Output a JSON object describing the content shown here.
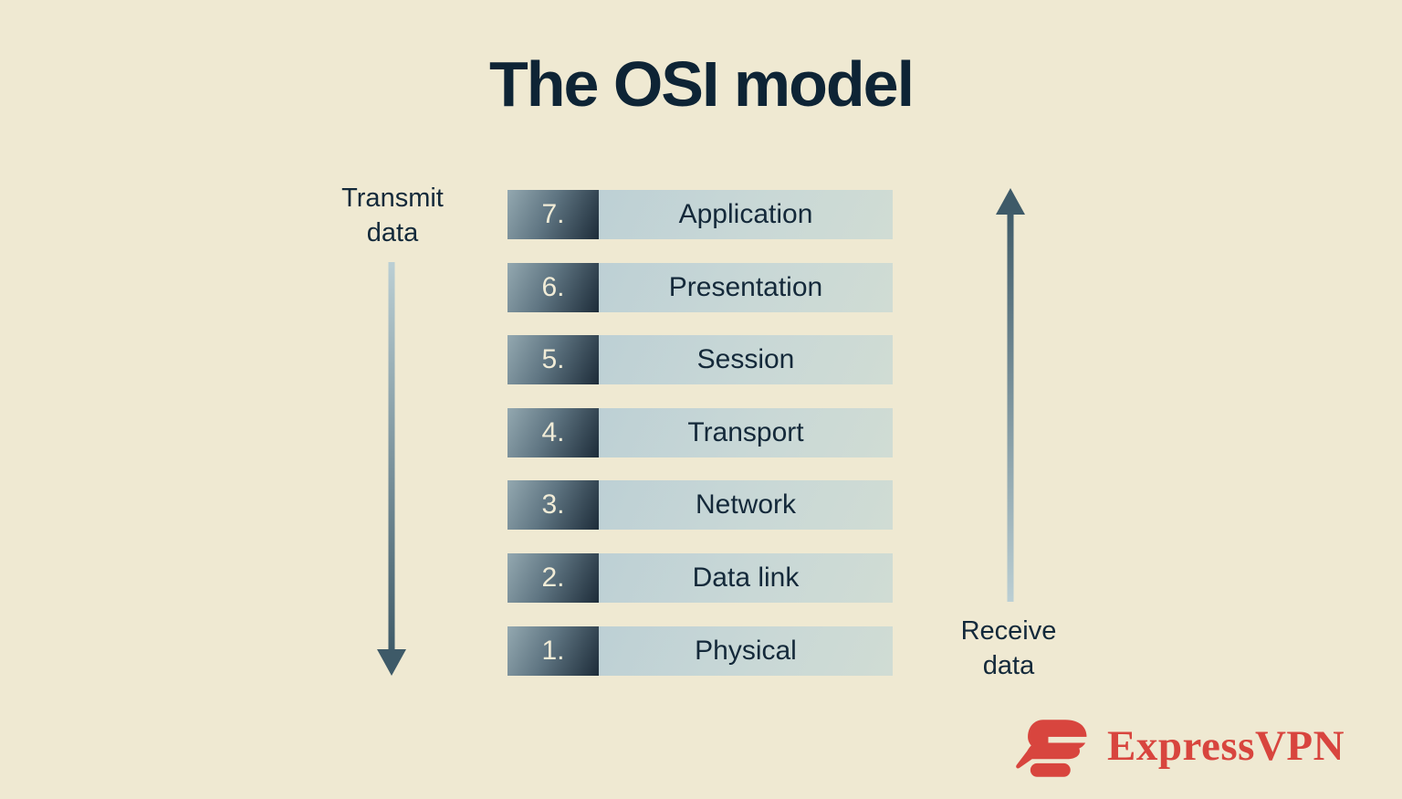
{
  "title": "The OSI model",
  "annotations": {
    "transmit": "Transmit\ndata",
    "receive": "Receive\ndata"
  },
  "layers": [
    {
      "number": "7.",
      "name": "Application"
    },
    {
      "number": "6.",
      "name": "Presentation"
    },
    {
      "number": "5.",
      "name": "Session"
    },
    {
      "number": "4.",
      "name": "Transport"
    },
    {
      "number": "3.",
      "name": "Network"
    },
    {
      "number": "2.",
      "name": "Data link"
    },
    {
      "number": "1.",
      "name": "Physical"
    }
  ],
  "brand": {
    "name": "ExpressVPN",
    "logo_icon": "expressvpn-burger-arrow-icon"
  },
  "colors": {
    "background": "#efe9d2",
    "navy_text": "#14293a",
    "title": "#0e2435",
    "badge_gradient_light": "#93a8b0",
    "badge_gradient_dark": "#1d2c39",
    "label_gradient_light": "#d0dcd4",
    "label_gradient_blue": "#bdd0d5",
    "number_text": "#f1ecd7",
    "arrow_dark": "#3e5a68",
    "arrow_light": "#bbcfd4",
    "brand_red": "#d8453e"
  }
}
